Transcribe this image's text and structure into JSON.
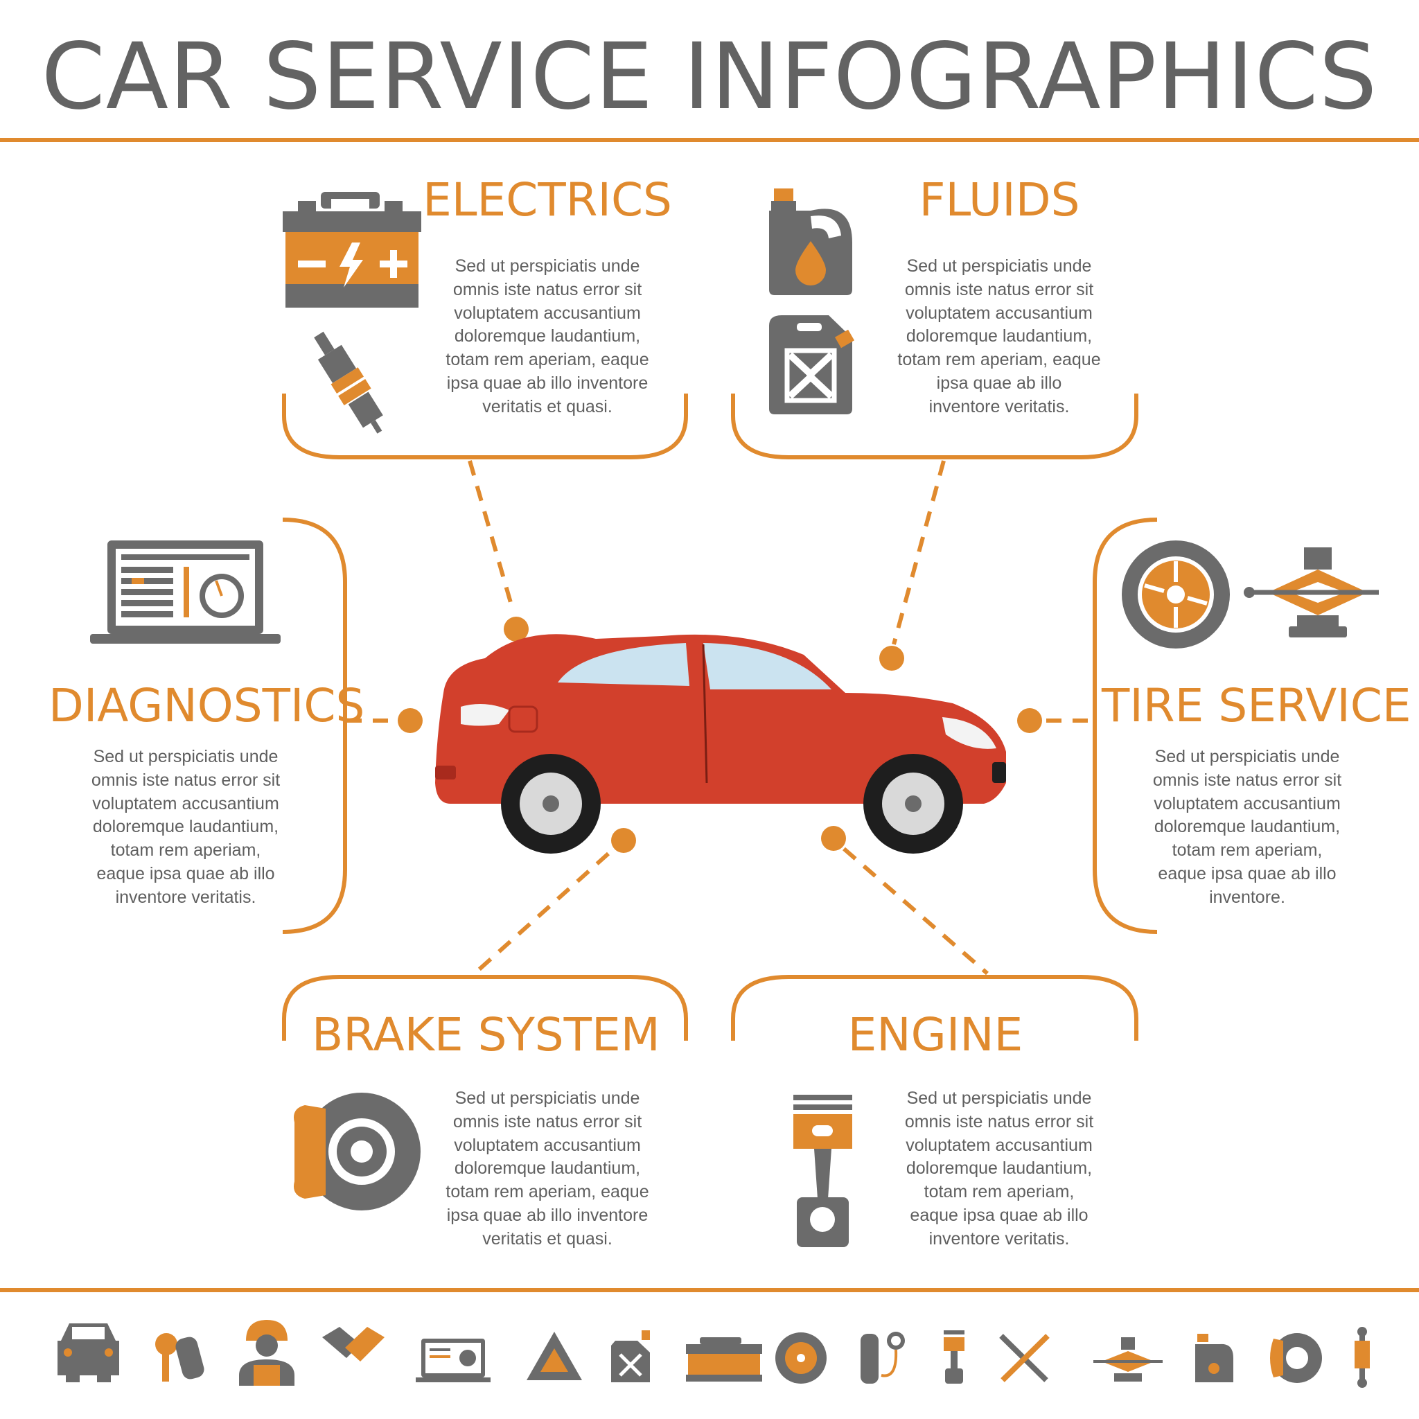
{
  "title": "CAR SERVICE INFOGRAPHICS",
  "colors": {
    "accent": "#E08A2E",
    "icon_gray": "#6B6B6B",
    "car_red": "#D2402C",
    "text": "#5f5f5f"
  },
  "sections": {
    "electrics": {
      "title": "ELECTRICS",
      "text": "Sed ut perspiciatis unde\nomnis iste natus error sit\nvoluptatem accusantium\ndoloremque laudantium,\ntotam rem aperiam, eaque\nipsa quae ab illo inventore\nveritatis et quasi.",
      "icons": [
        "car-battery-icon",
        "spark-plug-icon"
      ]
    },
    "fluids": {
      "title": "FLUIDS",
      "text": "Sed ut perspiciatis unde\nomnis iste natus error sit\nvoluptatem accusantium\ndoloremque laudantium,\ntotam rem aperiam, eaque\nipsa quae ab illo\ninventore veritatis.",
      "icons": [
        "oil-canister-icon",
        "jerrycan-icon"
      ]
    },
    "diagnostics": {
      "title": "DIAGNOSTICS",
      "text": "Sed ut perspiciatis unde\nomnis iste natus error sit\nvoluptatem accusantium\ndoloremque laudantium,\ntotam rem aperiam,\neaque ipsa quae ab illo\ninventore veritatis.",
      "icons": [
        "diagnostic-laptop-icon"
      ]
    },
    "tire": {
      "title": "TIRE SERVICE",
      "text": "Sed ut perspiciatis unde\nomnis iste natus error sit\nvoluptatem accusantium\ndoloremque laudantium,\ntotam rem aperiam,\neaque ipsa quae ab illo\ninventore.",
      "icons": [
        "wheel-icon",
        "car-jack-icon"
      ]
    },
    "brake": {
      "title": "BRAKE SYSTEM",
      "text": "Sed ut perspiciatis unde\nomnis iste natus error sit\nvoluptatem accusantium\ndoloremque laudantium,\ntotam rem aperiam, eaque\nipsa quae ab illo inventore\nveritatis et quasi.",
      "icons": [
        "brake-disc-icon"
      ]
    },
    "engine": {
      "title": "ENGINE",
      "text": "Sed ut perspiciatis unde\nomnis iste natus error sit\nvoluptatem accusantium\ndoloremque laudantium,\ntotam rem aperiam,\neaque ipsa quae ab illo\ninventore veritatis.",
      "icons": [
        "piston-icon"
      ]
    }
  },
  "center_image": "red-sedan-car-icon",
  "bottom_icons": [
    "car-front-icon",
    "car-keys-icon",
    "mechanic-icon",
    "handshake-icon",
    "diagnostic-laptop-icon",
    "warning-triangle-icon",
    "jerrycan-icon",
    "car-battery-icon",
    "wheel-icon",
    "tire-pressure-gauge-icon",
    "piston-icon",
    "wrench-icon",
    "car-jack-icon",
    "oil-canister-icon",
    "brake-disc-icon",
    "shock-absorber-icon"
  ]
}
